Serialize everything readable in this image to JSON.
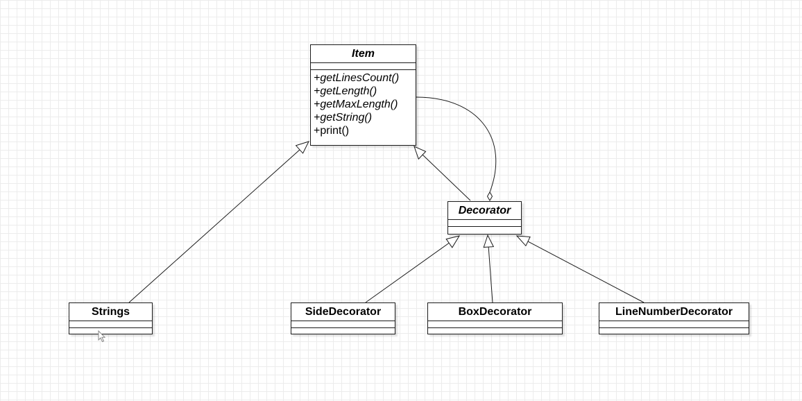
{
  "classes": {
    "item": {
      "name": "Item",
      "operations": [
        "+getLinesCount()",
        "+getLength()",
        "+getMaxLength()",
        "+getString()",
        "+print()"
      ]
    },
    "decorator": {
      "name": "Decorator"
    },
    "strings": {
      "name": "Strings"
    },
    "side_decorator": {
      "name": "SideDecorator"
    },
    "box_decorator": {
      "name": "BoxDecorator"
    },
    "line_number_decorator": {
      "name": "LineNumberDecorator"
    }
  },
  "relations": [
    {
      "from": "Strings",
      "to": "Item",
      "type": "generalization"
    },
    {
      "from": "Decorator",
      "to": "Item",
      "type": "generalization"
    },
    {
      "from": "Decorator",
      "to": "Item",
      "type": "aggregation"
    },
    {
      "from": "SideDecorator",
      "to": "Decorator",
      "type": "generalization"
    },
    {
      "from": "BoxDecorator",
      "to": "Decorator",
      "type": "generalization"
    },
    {
      "from": "LineNumberDecorator",
      "to": "Decorator",
      "type": "generalization"
    }
  ]
}
